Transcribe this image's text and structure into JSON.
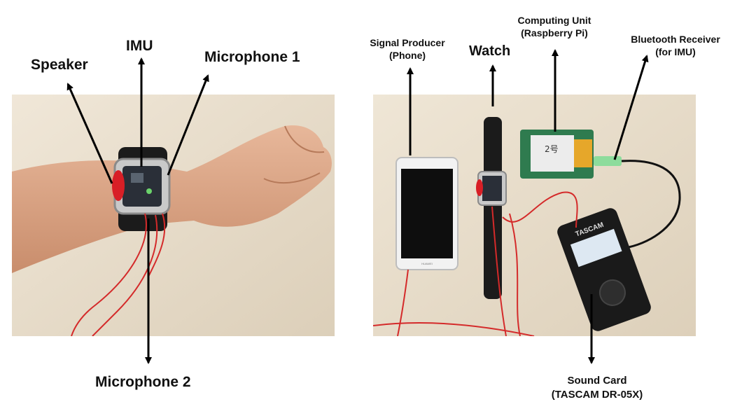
{
  "left_panel": {
    "labels": {
      "speaker": "Speaker",
      "imu": "IMU",
      "microphone_1": "Microphone 1",
      "microphone_2": "Microphone 2"
    }
  },
  "right_panel": {
    "labels": {
      "signal_producer": [
        "Signal Producer",
        "(Phone)"
      ],
      "watch": "Watch",
      "computing_unit": [
        "Computing Unit",
        "(Raspberry Pi)"
      ],
      "bluetooth_receiver": [
        "Bluetooth Receiver",
        "(for IMU)"
      ],
      "sound_card": [
        "Sound Card",
        "(TASCAM DR-05X)"
      ]
    },
    "device_text": {
      "recorder_brand": "TASCAM",
      "pi_sticker": "2号",
      "phone_brand": "HUAWEI"
    }
  },
  "colors": {
    "table": "#eadfcd",
    "wire": "#d42a2a",
    "strap": "#1b1b1b",
    "arrow": "#000000"
  }
}
